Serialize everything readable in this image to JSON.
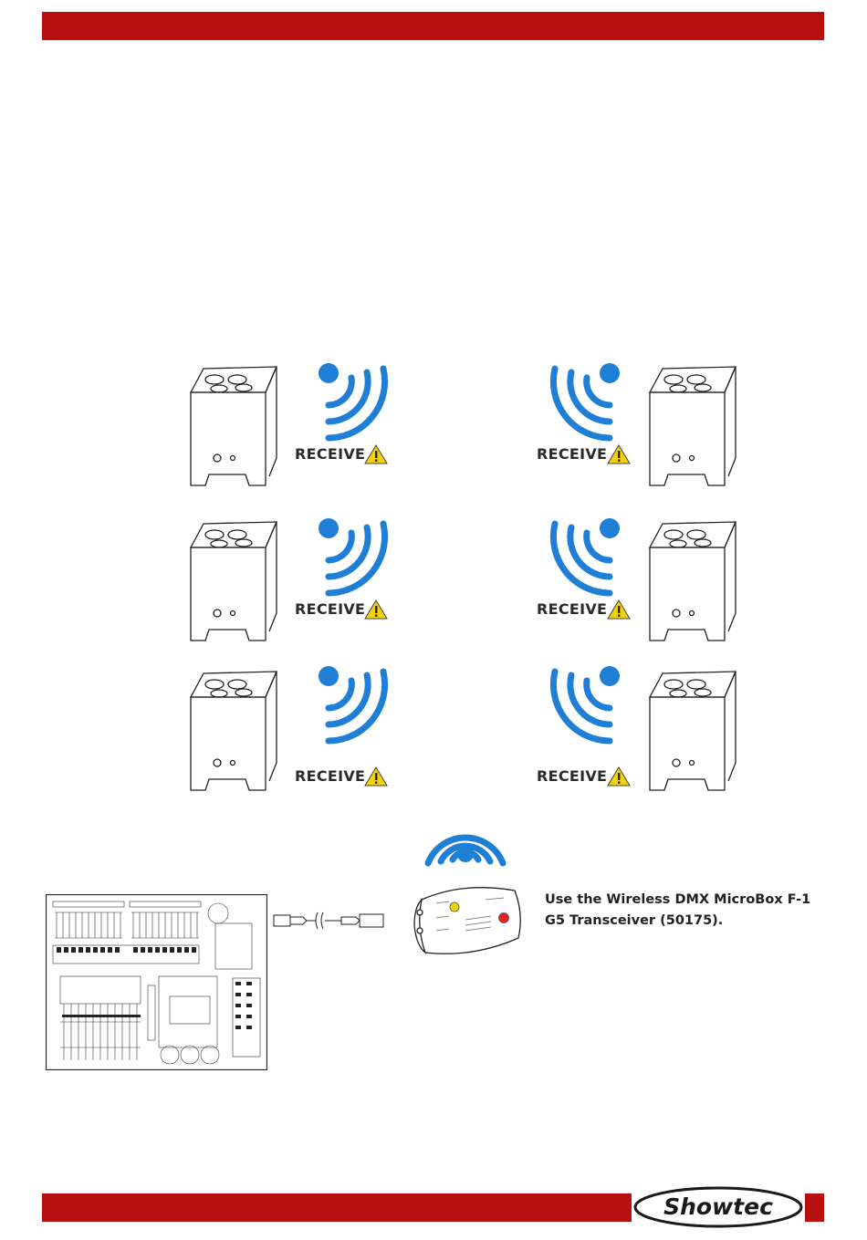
{
  "header": {
    "color": "#b80f0f"
  },
  "fixtures": [
    {
      "label": "RECEIVE",
      "side": "left"
    },
    {
      "label": "RECEIVE",
      "side": "right"
    },
    {
      "label": "RECEIVE",
      "side": "left"
    },
    {
      "label": "RECEIVE",
      "side": "right"
    },
    {
      "label": "RECEIVE",
      "side": "left"
    },
    {
      "label": "RECEIVE",
      "side": "right"
    }
  ],
  "transceiver": {
    "caption_line1": "Use the Wireless DMX MicroBox F-1",
    "caption_line2": "G5 Transceiver (50175)."
  },
  "footer": {
    "brand": "Showtec",
    "color": "#b80f0f"
  },
  "icons": {
    "signal": "wireless-signal-icon",
    "warning": "warning-triangle-icon",
    "fixture": "battery-par-fixture-icon",
    "controller": "dmx-controller-icon",
    "cable": "xlr-cable-icon",
    "box": "wireless-transceiver-icon"
  },
  "colors": {
    "signal_blue": "#1f7fd6",
    "warning_yellow": "#f4d20a"
  }
}
